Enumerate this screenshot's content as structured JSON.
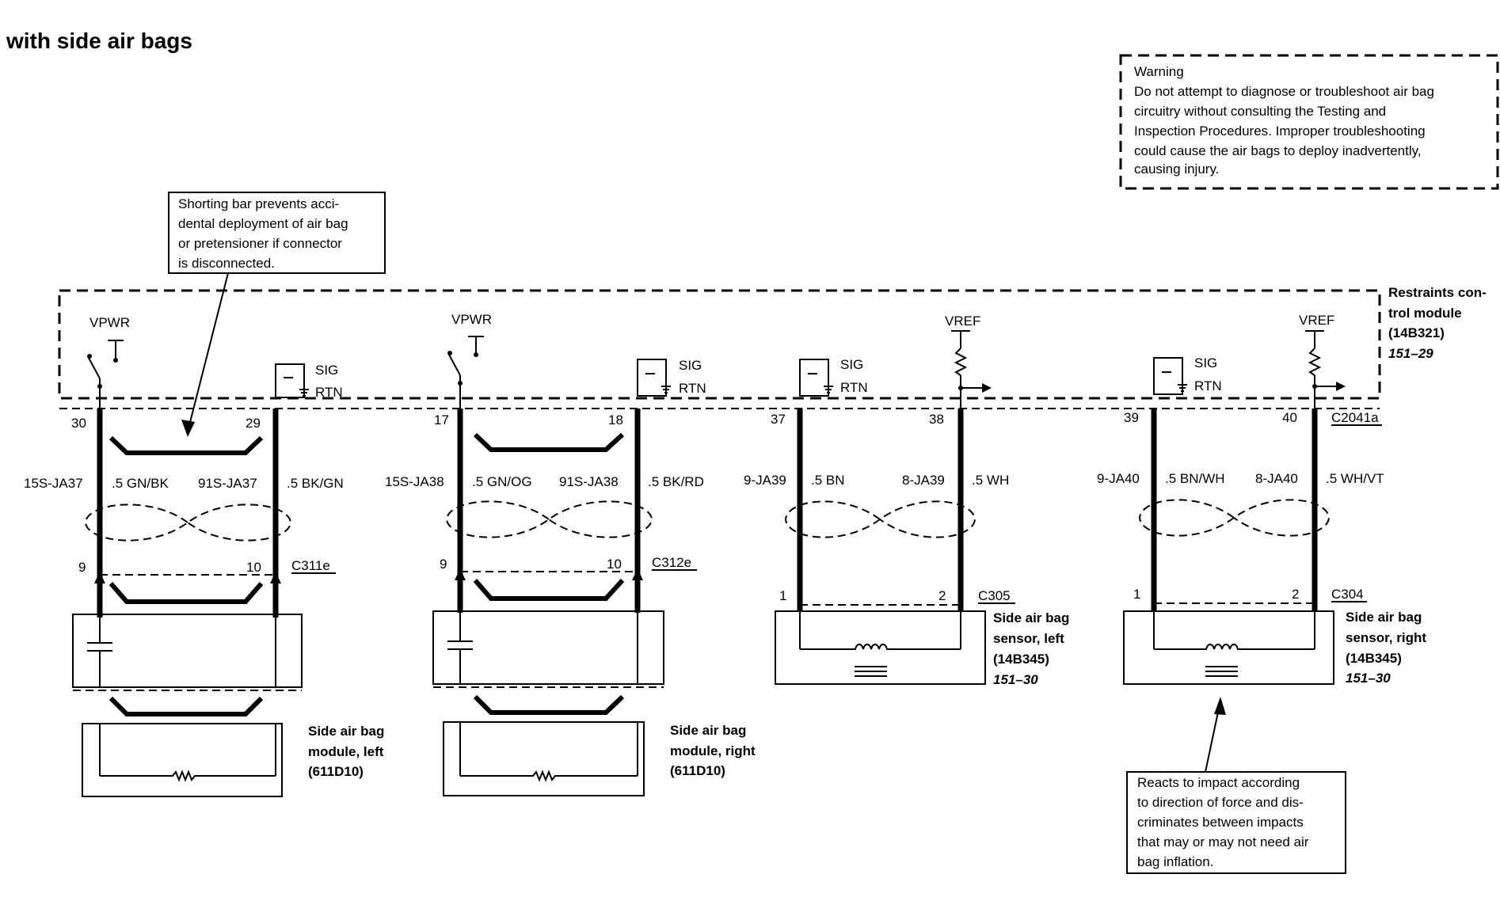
{
  "title": "with side air bags",
  "warning": {
    "lines": [
      "Warning",
      "Do not attempt to diagnose or troubleshoot air bag",
      "circuitry without consulting the Testing and",
      "Inspection Procedures. Improper troubleshooting",
      "could cause the air bags to deploy inadvertently,",
      "causing injury."
    ]
  },
  "shorting_note": {
    "lines": [
      "Shorting bar prevents acci-",
      "dental deployment of air bag",
      "or pretensioner if connector",
      "is disconnected."
    ]
  },
  "impact_note": {
    "lines": [
      "Reacts to impact according",
      "to direction of force and dis-",
      "criminates between impacts",
      "that may or may not need air",
      "bag inflation."
    ]
  },
  "rcm": {
    "lines": [
      "Restraints con-",
      "trol module",
      "(14B321)"
    ],
    "ref": "151–29",
    "connector": "C2041a"
  },
  "sig": "SIG",
  "rtn": "RTN",
  "vpwr": "VPWR",
  "vref": "VREF",
  "module_left": {
    "pin_a": "30",
    "pin_b": "29",
    "circuit_a": "15S-JA37",
    "gauge_a": ".5 GN/BK",
    "circuit_b": "91S-JA37",
    "gauge_b": ".5 BK/GN",
    "conn_pin_a": "9",
    "conn_pin_b": "10",
    "connector": "C311e",
    "lines": [
      "Side air bag",
      "module, left",
      "(611D10)"
    ]
  },
  "module_right": {
    "pin_a": "17",
    "pin_b": "18",
    "circuit_a": "15S-JA38",
    "gauge_a": ".5 GN/OG",
    "circuit_b": "91S-JA38",
    "gauge_b": ".5 BK/RD",
    "conn_pin_a": "9",
    "conn_pin_b": "10",
    "connector": "C312e",
    "lines": [
      "Side air bag",
      "module, right",
      "(611D10)"
    ]
  },
  "sensor_left": {
    "pin_a": "37",
    "pin_b": "38",
    "circuit_a": "9-JA39",
    "gauge_a": ".5 BN",
    "circuit_b": "8-JA39",
    "gauge_b": ".5 WH",
    "conn_pin_a": "1",
    "conn_pin_b": "2",
    "connector": "C305",
    "lines": [
      "Side air bag",
      "sensor, left",
      "(14B345)"
    ],
    "ref": "151–30"
  },
  "sensor_right": {
    "pin_a": "39",
    "pin_b": "40",
    "circuit_a": "9-JA40",
    "gauge_a": ".5 BN/WH",
    "circuit_b": "8-JA40",
    "gauge_b": ".5 WH/VT",
    "conn_pin_a": "1",
    "conn_pin_b": "2",
    "connector": "C304",
    "lines": [
      "Side air bag",
      "sensor, right",
      "(14B345)"
    ],
    "ref": "151–30"
  }
}
